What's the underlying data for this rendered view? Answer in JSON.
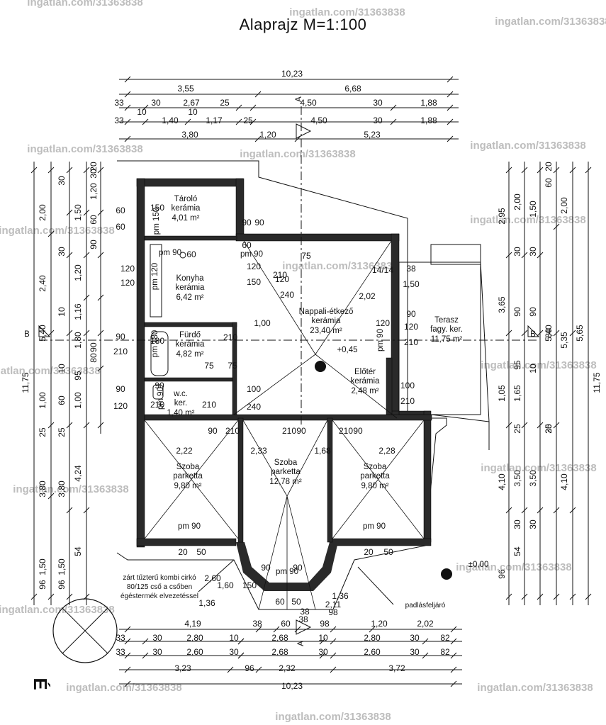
{
  "title": "Alaprajz  M=1:100",
  "watermarks": [
    "ingatlan.com/31363838",
    "ingatlan.com/31363838",
    "ingatlan.com/31363838",
    "ingatlan.com/31363838",
    "ingatlan.com/31363838",
    "ingatlan.com/31363838",
    "ingatlan.com/31363838",
    "ingatlan.com/31363838",
    "ingatlan.com/31363838",
    "ingatlan.com/31363838",
    "ingatlan.com/31363838",
    "ingatlan.com/31363838",
    "ingatlan.com/31363838",
    "ingatlan.com/31363838",
    "ingatlan.com/31363838",
    "ingatlan.com/31363838"
  ],
  "rooms": [
    {
      "name": "Tároló",
      "floor": "kerámia",
      "area": "4,01 m²"
    },
    {
      "name": "Konyha",
      "floor": "kerámia",
      "area": "6,42 m²"
    },
    {
      "name": "Fürdő",
      "floor": "kerámia",
      "area": "4,82 m²"
    },
    {
      "name": "w.c.",
      "floor": "ker.",
      "area": "1,40 m²"
    },
    {
      "name": "Nappali-étkező",
      "floor": "kerámia",
      "area": "23,40 m²"
    },
    {
      "name": "Előtér",
      "floor": "kerámia",
      "area": "2,48 m²"
    },
    {
      "name": "Terasz",
      "floor": "fagy. ker.",
      "area": "11,75 m²"
    },
    {
      "name": "Szoba",
      "floor": "parketta",
      "area": "9,80 m²"
    },
    {
      "name": "Szoba",
      "floor": "parketta",
      "area": "12,78 m²"
    },
    {
      "name": "Szoba",
      "floor": "parketta",
      "area": "9,80 m²"
    }
  ],
  "dims_top": {
    "row1": [
      "10,23"
    ],
    "row2": [
      "3,55",
      "6,68"
    ],
    "row3": [
      "33",
      "30",
      "2,67",
      "25",
      "4,50",
      "30",
      "1,88"
    ],
    "row3_small": [
      "10",
      "10"
    ],
    "row4": [
      "33",
      "1,40",
      "1,17",
      "25",
      "4,50",
      "30",
      "1,88"
    ],
    "row5": [
      "3,80",
      "1,20",
      "5,23"
    ]
  },
  "dims_bottom": {
    "row1": [
      "4,19",
      "38",
      "60",
      "98",
      "1,20",
      "2,02"
    ],
    "row2": [
      "33",
      "30",
      "2,80",
      "10",
      "2,68",
      "10",
      "2,80",
      "30",
      "82"
    ],
    "row3": [
      "33",
      "30",
      "2,60",
      "30",
      "2,68",
      "30",
      "2,60",
      "30",
      "82"
    ],
    "row4": [
      "3,23",
      "96",
      "2,32",
      "3,72"
    ],
    "row5": [
      "10,23"
    ]
  },
  "dims_left": {
    "outer": [
      "11,75"
    ],
    "col2": [
      "2,00",
      "2,40",
      "5,40",
      "1,00",
      "25",
      "3,80",
      "1,50",
      "96"
    ],
    "col3": [
      "30",
      "30",
      "10",
      "10",
      "60",
      "25",
      "3,80",
      "1,50",
      "96"
    ],
    "col4": [
      "1,50",
      "1,20",
      "1,16",
      "1,80",
      "95",
      "1,00",
      "4,24",
      "54"
    ],
    "col5": [
      "30",
      "20",
      "1,20",
      "60",
      "90",
      "90",
      "80"
    ]
  },
  "dims_right": {
    "col1": [
      "2,95",
      "3,65",
      "1,05",
      "4,10",
      "96"
    ],
    "col2": [
      "2,00",
      "30",
      "90",
      "95",
      "1,65",
      "25",
      "3,50",
      "30",
      "54"
    ],
    "col3": [
      "1,50",
      "30",
      "90",
      "10",
      "3,50",
      "30"
    ],
    "col4": [
      "20",
      "60",
      "80",
      "5,40",
      "25",
      "30"
    ],
    "col5": [
      "2,00",
      "5,35",
      "4,10"
    ],
    "outer": [
      "5,65",
      "11,75"
    ]
  },
  "openings": [
    "60",
    "150",
    "60",
    "120",
    "120",
    "90",
    "90",
    "60",
    "60",
    "120",
    "150",
    "210",
    "75",
    "120",
    "240",
    "1,00",
    "2,02",
    "14/14",
    "38",
    "1,50",
    "90",
    "120",
    "120",
    "210",
    "90",
    "210",
    "90",
    "120",
    "100",
    "210",
    "75",
    "210",
    "100",
    "240",
    "210",
    "90",
    "210",
    "90",
    "210",
    "90",
    "2,22",
    "2,33",
    "1,68",
    "2,28",
    "20",
    "50",
    "20",
    "50",
    "1,36",
    "60",
    "50",
    "38",
    "1,36",
    "2,60",
    "1,60",
    "98",
    "38",
    "2,11",
    "90",
    "90",
    "150",
    "210",
    "180",
    "75",
    "90",
    "210"
  ],
  "pm": [
    "pm 150",
    "pm 120",
    "pm 90",
    "pm 180",
    "pm 90",
    "pm 90",
    "pm 90",
    "pm 90",
    "pm 90",
    "pm 90"
  ],
  "levels": [
    "+0,45",
    "±0,00"
  ],
  "section_marks": [
    "B",
    "B",
    "A",
    "A"
  ],
  "annotations": {
    "chimney": [
      "zárt tűzterű kombi cirkó",
      "80/125 cső a csőben",
      "égéstermék elvezetéssel"
    ],
    "attic": "padlásfeljáró"
  },
  "orientation": "É"
}
